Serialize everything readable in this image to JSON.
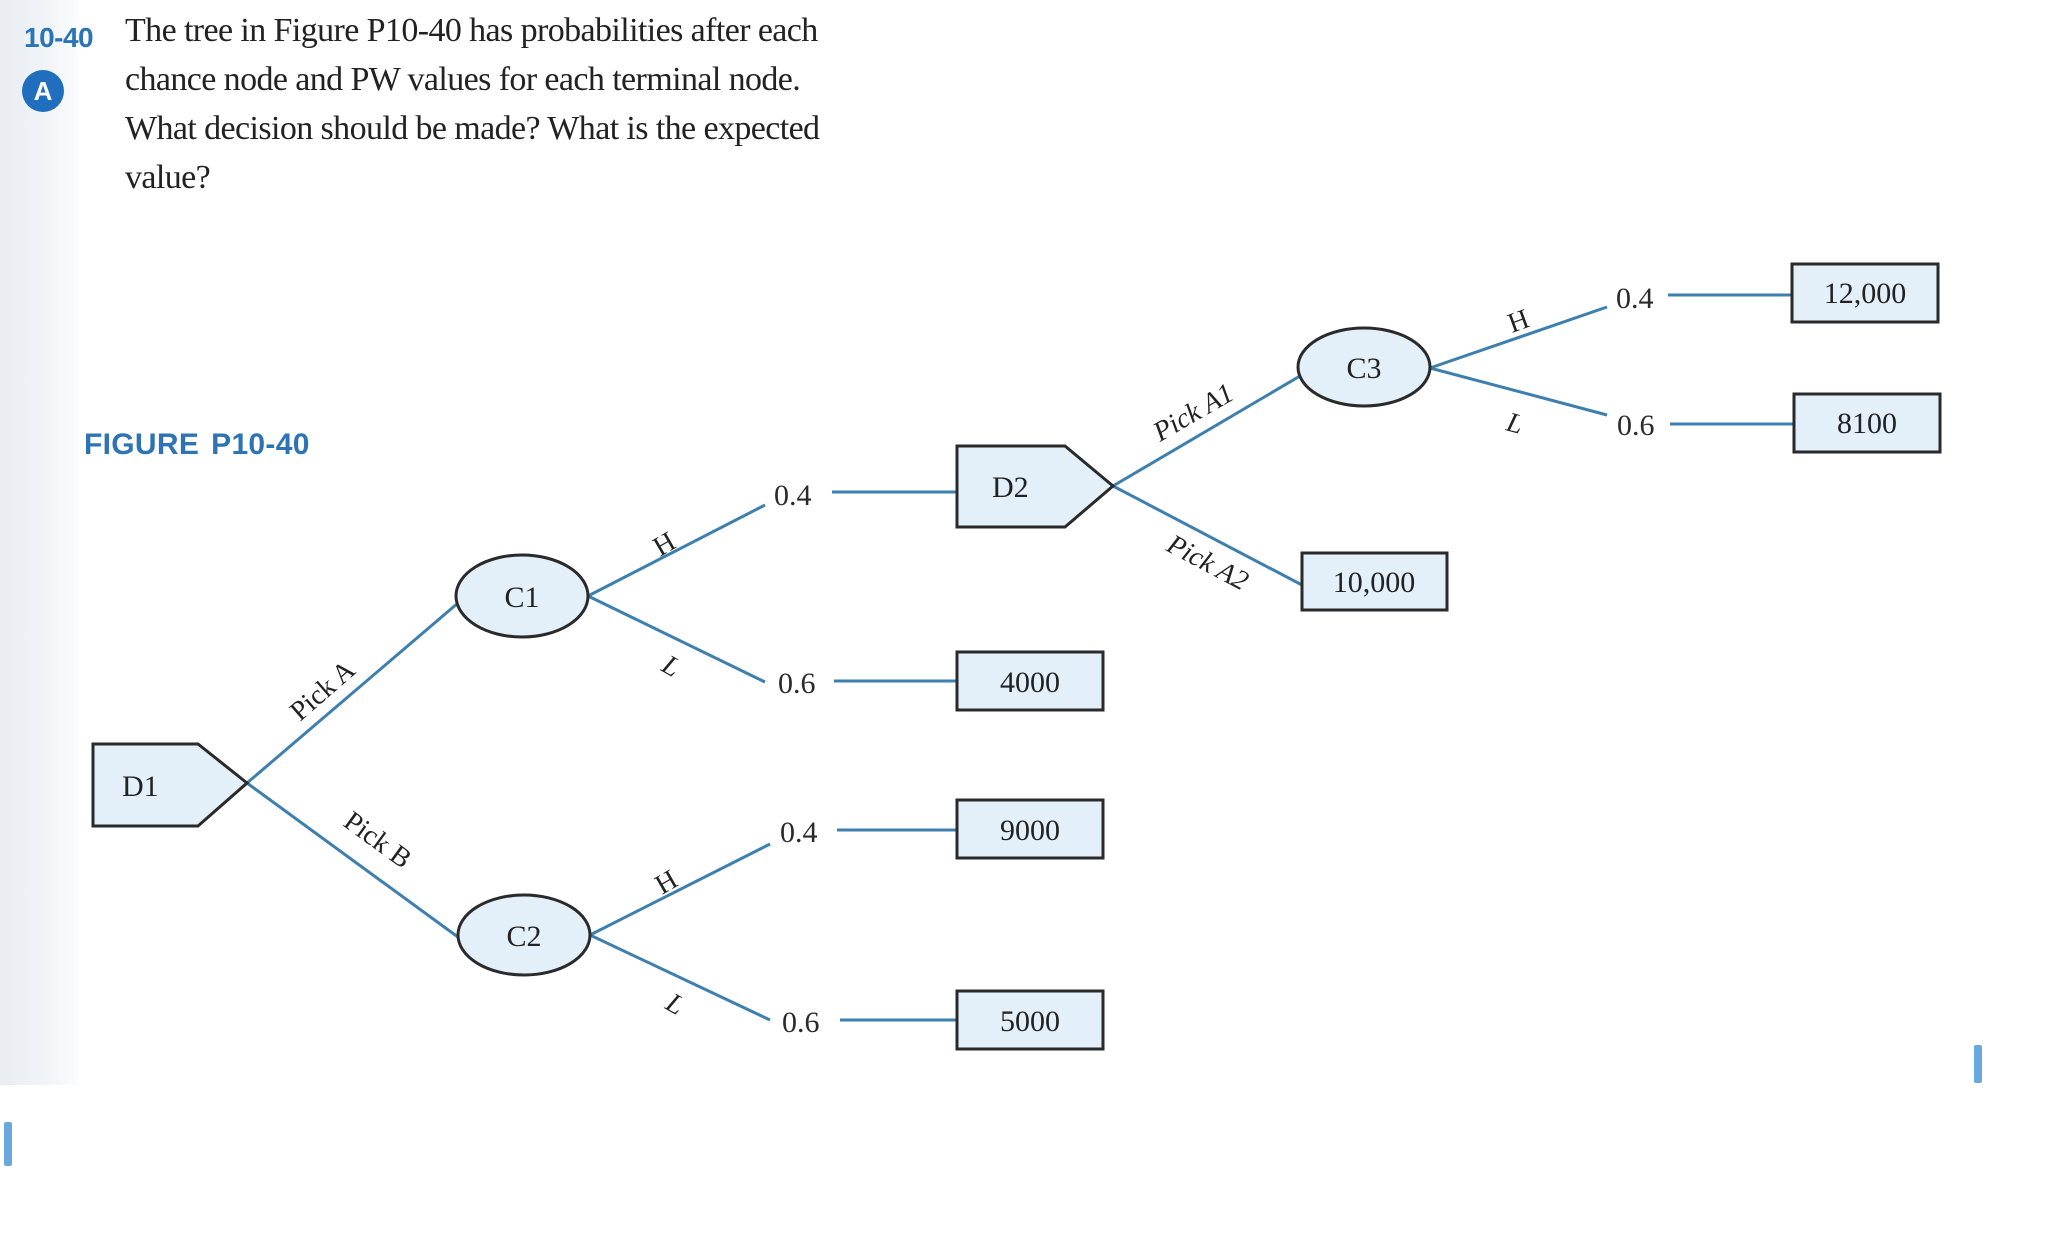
{
  "problem": {
    "number": "10-40",
    "badge": "A",
    "lines": [
      "The tree in Figure P10-40 has probabilities after each",
      "chance node and PW values for each terminal node.",
      "What decision should be made? What is the expected",
      "value?"
    ]
  },
  "figure": {
    "label_part1": "FIGURE",
    "label_part2": "P10-40"
  },
  "tree": {
    "nodes": {
      "d1": {
        "type": "decision",
        "label": "D1"
      },
      "c1": {
        "type": "chance",
        "label": "C1"
      },
      "c2": {
        "type": "chance",
        "label": "C2"
      },
      "d2": {
        "type": "decision",
        "label": "D2"
      },
      "c3": {
        "type": "chance",
        "label": "C3"
      }
    },
    "branches": {
      "pick_a": "Pick A",
      "pick_b": "Pick B",
      "pick_a1": "Pick A1",
      "pick_a2": "Pick A2",
      "c1_h": "H",
      "c1_l": "L",
      "c2_h": "H",
      "c2_l": "L",
      "c3_h": "H",
      "c3_l": "L"
    },
    "probabilities": {
      "c1_h": "0.4",
      "c1_l": "0.6",
      "c2_h": "0.4",
      "c2_l": "0.6",
      "c3_h": "0.4",
      "c3_l": "0.6"
    },
    "terminals": {
      "c1_l": "4000",
      "c2_h": "9000",
      "c2_l": "5000",
      "a2": "10,000",
      "c3_h": "12,000",
      "c3_l": "8100"
    }
  },
  "colors": {
    "accent_blue": "#2e74b5",
    "branch_line": "#3d7fae",
    "node_fill": "#e3f0fa",
    "badge_fill": "#1f6fbe"
  }
}
